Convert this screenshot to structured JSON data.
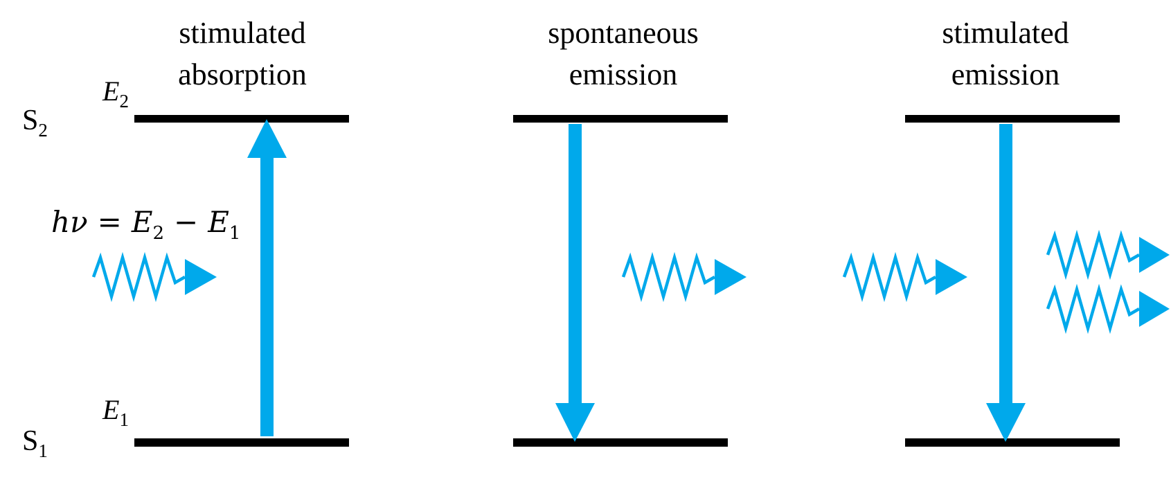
{
  "panels": [
    {
      "title_line1": "stimulated",
      "title_line2": "absorption"
    },
    {
      "title_line1": "spontaneous",
      "title_line2": "emission"
    },
    {
      "title_line1": "stimulated",
      "title_line2": "emission"
    }
  ],
  "states": {
    "upper": {
      "letter": "S",
      "index": "2"
    },
    "lower": {
      "letter": "S",
      "index": "1"
    }
  },
  "energies": {
    "upper": {
      "letter": "E",
      "index": "2"
    },
    "lower": {
      "letter": "E",
      "index": "1"
    }
  },
  "formula": {
    "h": "h",
    "nu": "ν",
    "equals": "=",
    "e2": "E",
    "e2_index": "2",
    "minus": "−",
    "e1": "E",
    "e1_index": "1"
  },
  "colors": {
    "accent": "#00a9eb",
    "level": "#000000"
  }
}
